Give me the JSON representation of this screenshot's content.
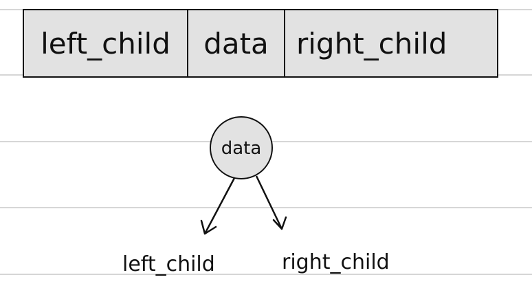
{
  "node_structure": {
    "fields": [
      "left_child",
      "data",
      "right_child"
    ]
  },
  "tree": {
    "root_label": "data",
    "left_child_label": "left_child",
    "right_child_label": "right_child"
  },
  "colors": {
    "ink": "#111111",
    "fill": "#e2e2e2",
    "ruled_lines": "#d6d6d6",
    "background": "#ffffff"
  }
}
